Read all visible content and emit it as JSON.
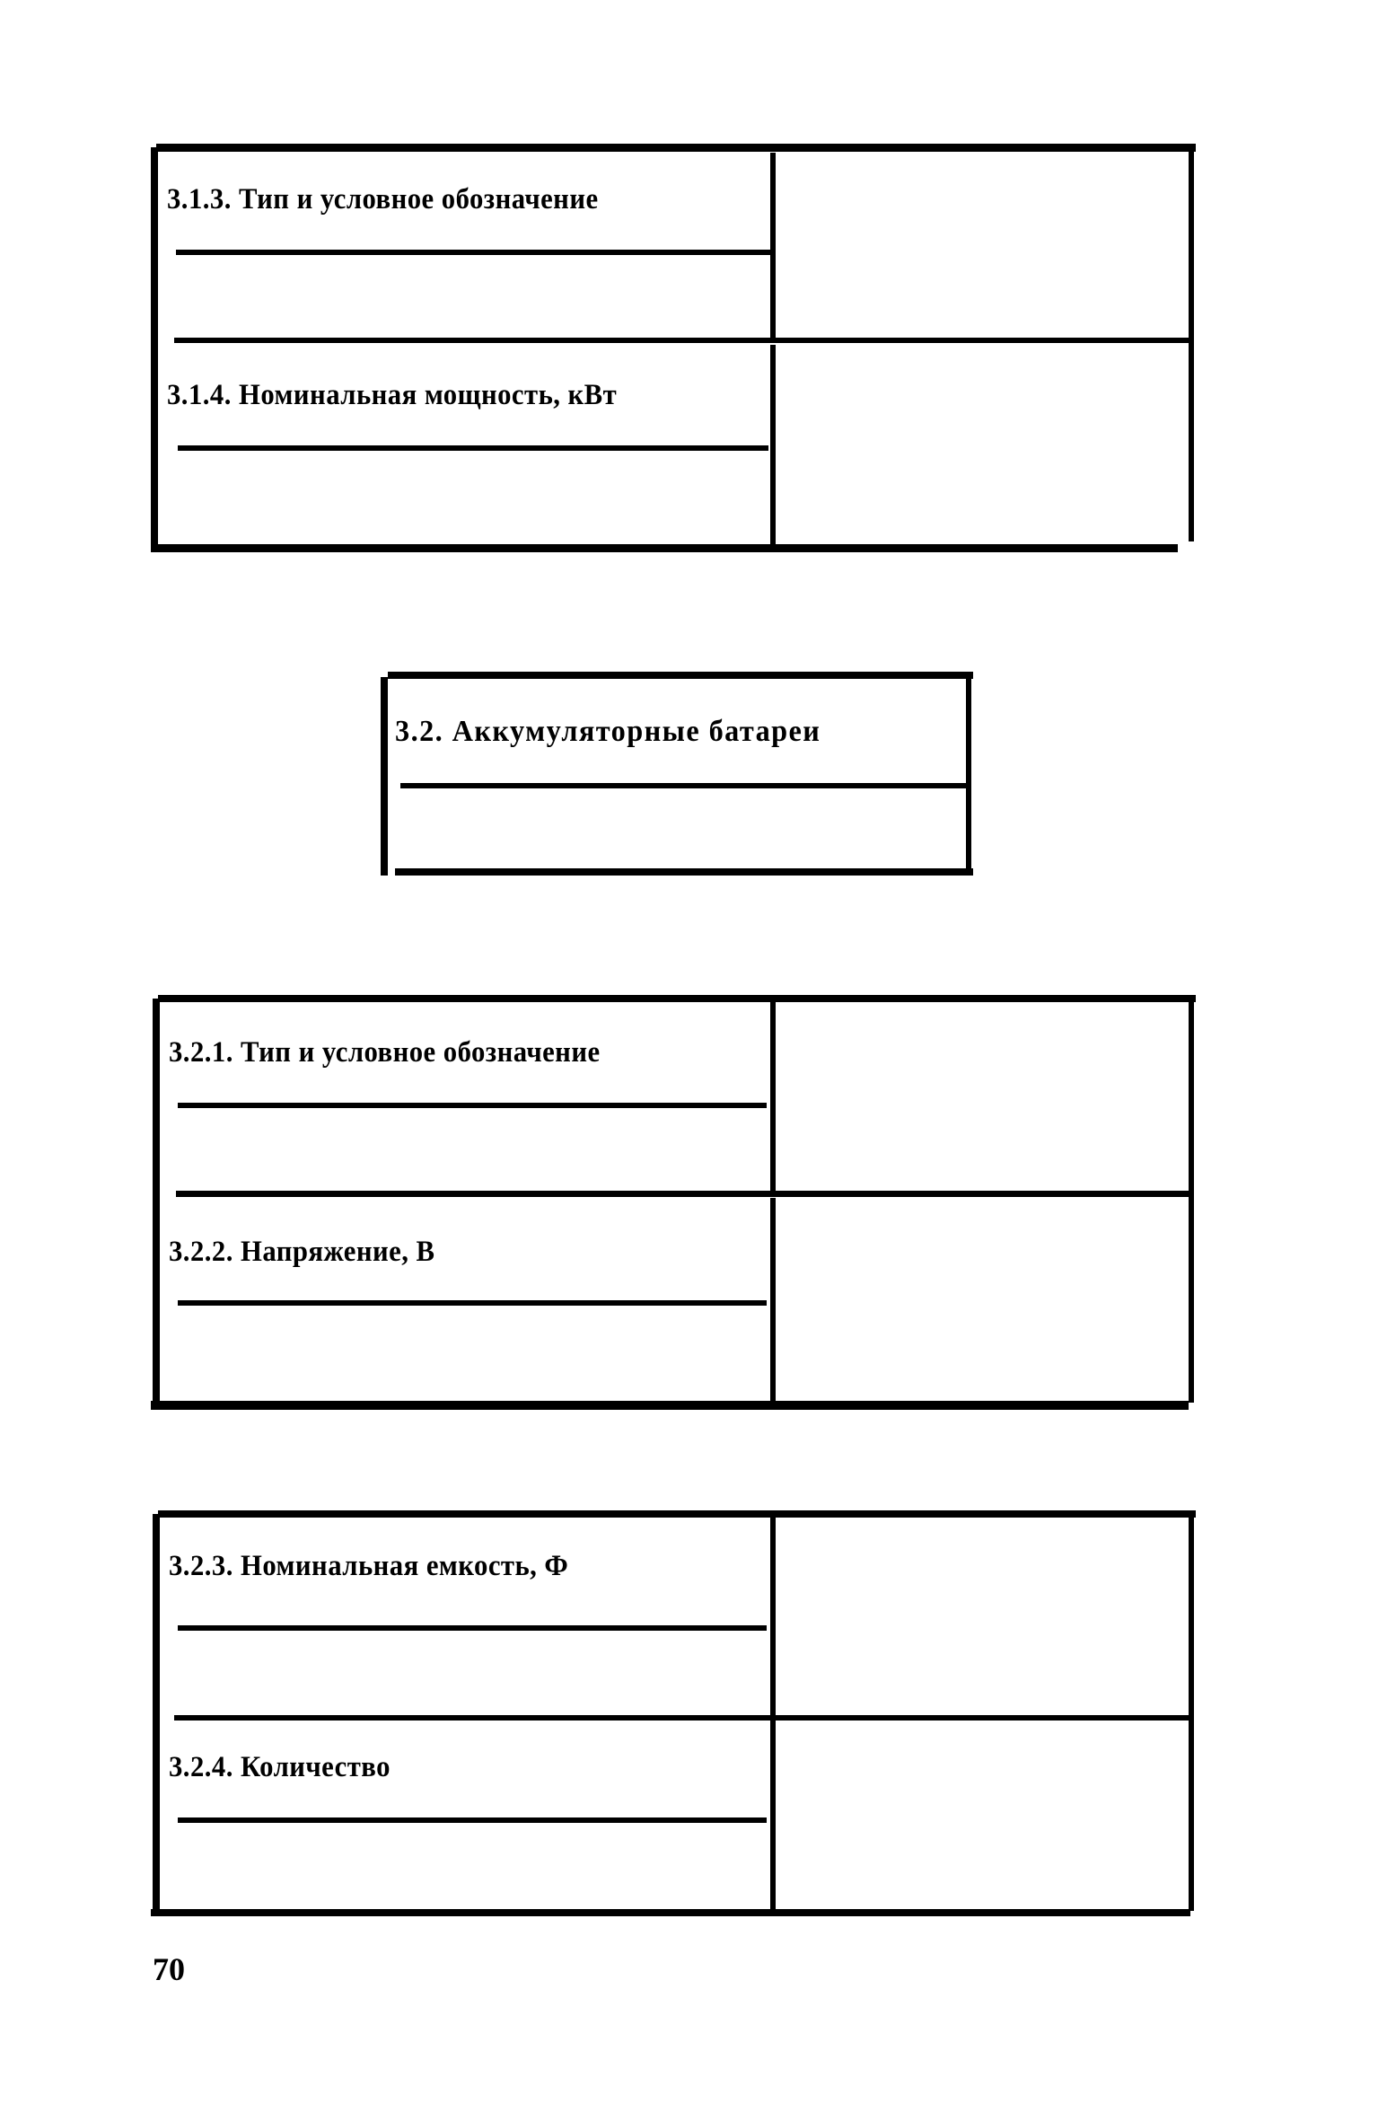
{
  "document": {
    "page_number": "70",
    "language": "ru"
  },
  "blocks": [
    {
      "id": "block-one",
      "kind": "two-column-form-table",
      "rows": [
        {
          "label": "3.1.3. Тип и условное обозначение",
          "value": ""
        },
        {
          "label": "3.1.4. Номинальная мощность, кВт",
          "value": ""
        }
      ]
    },
    {
      "id": "block-two",
      "kind": "section-heading-box",
      "heading": "3.2.  Аккумуляторные  батареи"
    },
    {
      "id": "block-three",
      "kind": "two-column-form-table",
      "rows": [
        {
          "label": "3.2.1. Тип и условное обозначение",
          "value": ""
        },
        {
          "label": "3.2.2. Напряжение, В",
          "value": ""
        }
      ]
    },
    {
      "id": "block-four",
      "kind": "two-column-form-table",
      "rows": [
        {
          "label": "3.2.3. Номинальная емкость, Ф",
          "value": ""
        },
        {
          "label": "3.2.4. Количество",
          "value": ""
        }
      ]
    }
  ],
  "colors": {
    "ink": "#000000",
    "paper": "#ffffff"
  }
}
